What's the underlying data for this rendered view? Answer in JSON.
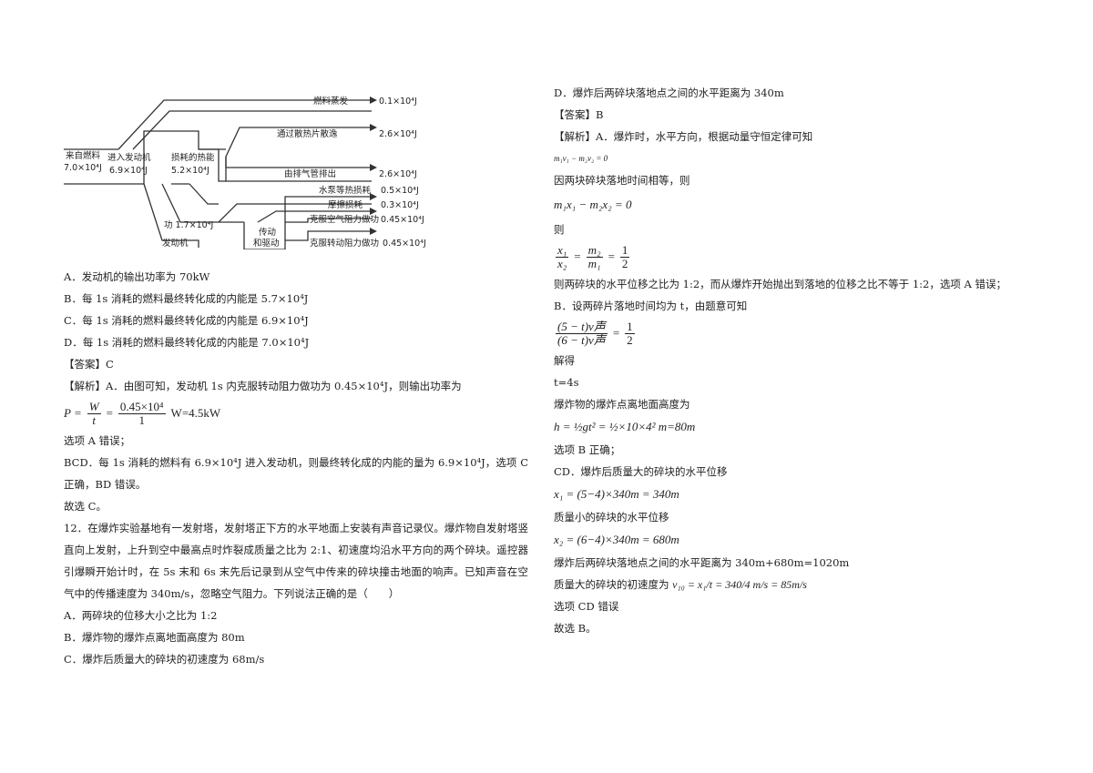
{
  "diagram": {
    "fuel_source": "来自燃料",
    "fuel_energy": "7.0×10⁴J",
    "enter_engine": "进入发动机",
    "enter_energy": "6.9×10⁴J",
    "loss_heat": "损耗的热能",
    "loss_heat_energy": "5.2×10⁴J",
    "fuel_evap": "燃料蒸发",
    "fuel_evap_energy": "0.1×10⁴J",
    "radiator": "通过散热片散逸",
    "radiator_energy": "2.6×10⁴J",
    "exhaust": "由排气管排出",
    "exhaust_energy": "2.6×10⁴J",
    "pump": "水泵等热损耗",
    "pump_energy": "0.5×10⁴J",
    "friction": "摩擦损耗",
    "friction_energy": "0.3×10⁴J",
    "work": "功 1.7×10⁴J",
    "air": "克服空气阻力做功",
    "air_energy": "0.45×10⁴J",
    "rolling": "克服转动阻力做功",
    "rolling_energy": "0.45×10⁴J",
    "engine": "发动机",
    "transmission_1": "传动",
    "transmission_2": "和驱动"
  },
  "left": {
    "optA": "A．发动机的输出功率为 70kW",
    "optB": "B．每 1s 消耗的燃料最终转化成的内能是 5.7×10⁴J",
    "optC": "C．每 1s 消耗的燃料最终转化成的内能是 6.9×10⁴J",
    "optD": "D．每 1s 消耗的燃料最终转化成的内能是 7.0×10⁴J",
    "answer": "【答案】C",
    "analysis": "【解析】A．由图可知，发动机 1s 内克服转动阻力做功为 0.45×10⁴J，则输出功率为",
    "eq_P": "P =",
    "eq_W": "W",
    "eq_t": "t",
    "eq_num": "0.45×10⁴",
    "eq_den": "1",
    "eq_result": "W=4.5kW",
    "a_wrong": "选项 A 错误；",
    "bcd": "BCD．每 1s 消耗的燃料有 6.9×10⁴J 进入发动机，则最终转化成的内能的量为 6.9×10⁴J，选项 C 正确，BD 错误。",
    "choose": "故选 C。",
    "q12": "12．在爆炸实验基地有一发射塔，发射塔正下方的水平地面上安装有声音记录仪。爆炸物自发射塔竖直向上发射，上升到空中最高点时炸裂成质量之比为 2:1、初速度均沿水平方向的两个碎块。遥控器引爆瞬开始计时，在 5s 末和 6s 末先后记录到从空气中传来的碎块撞击地面的响声。已知声音在空气中的传播速度为 340m/s，忽略空气阻力。下列说法正确的是（　　）",
    "q12A": "A．两碎块的位移大小之比为 1:2",
    "q12B": "B．爆炸物的爆炸点离地面高度为 80m",
    "q12C": "C．爆炸后质量大的碎块的初速度为 68m/s"
  },
  "right": {
    "optD": "D．爆炸后两碎块落地点之间的水平距离为 340m",
    "answer": "【答案】B",
    "analysis": "【解析】A．爆炸时，水平方向，根据动量守恒定律可知",
    "eq1": "m₁v₁ − m₂v₂ = 0",
    "same_time": "因两块碎块落地时间相等，则",
    "eq2": "m₁x₁ − m₂x₂ = 0",
    "then": "则",
    "eq3_x1": "x₁",
    "eq3_x2": "x₂",
    "eq3_m2": "m₂",
    "eq3_m1": "m₁",
    "eq3_n": "1",
    "eq3_d": "2",
    "ratio_text": "则两碎块的水平位移之比为 1:2，而从爆炸开始抛出到落地的位移之比不等于 1:2，选项 A 错误；",
    "b_text": "B．设两碎片落地时间均为 t，由题意可知",
    "eq4_num": "(5 − t)v声",
    "eq4_den": "(6 − t)v声",
    "eq4_n": "1",
    "eq4_d": "2",
    "solve": "解得",
    "t_val": "t=4s",
    "height_text": "爆炸物的爆炸点离地面高度为",
    "eq5": "h = ½gt² = ½×10×4² m=80m",
    "b_right": "选项 B 正确；",
    "cd_text": "CD．爆炸后质量大的碎块的水平位移",
    "eq6": "x₁ = (5−4)×340m = 340m",
    "small_text": "质量小的碎块的水平位移",
    "eq7": "x₂ = (6−4)×340m = 680m",
    "dist_text": "爆炸后两碎块落地点之间的水平距离为 340m+680m=1020m",
    "speed_text": "质量大的碎块的初速度为",
    "eq8": "v₁₀ = x₁/t = 340/4 m/s = 85m/s",
    "cd_wrong": "选项 CD 错误",
    "choose": "故选 B。"
  }
}
